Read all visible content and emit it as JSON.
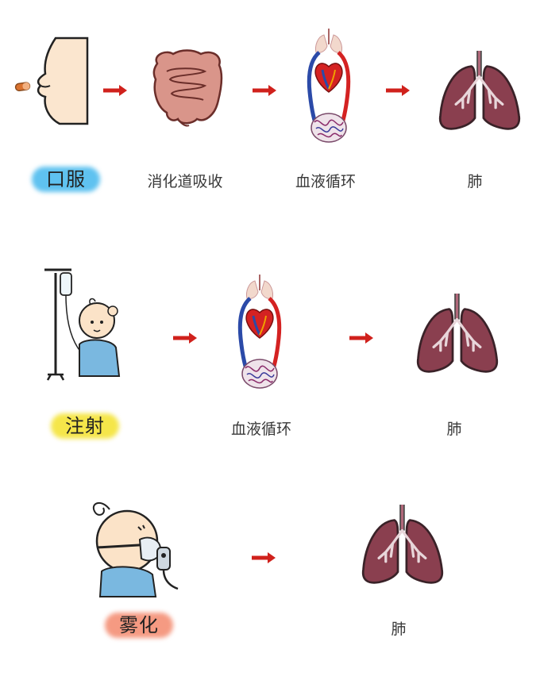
{
  "colors": {
    "arrow": "#d0211c",
    "lung": "#8a3f4f",
    "badge_oral": "#5fc2f0",
    "badge_injection": "#f5e64a",
    "badge_nebulization": "#f59a82"
  },
  "rows": [
    {
      "route": "口服",
      "steps": [
        "消化道吸收",
        "血液循环",
        "肺"
      ]
    },
    {
      "route": "注射",
      "steps": [
        "血液循环",
        "肺"
      ]
    },
    {
      "route": "雾化",
      "steps": [
        "肺"
      ]
    }
  ]
}
